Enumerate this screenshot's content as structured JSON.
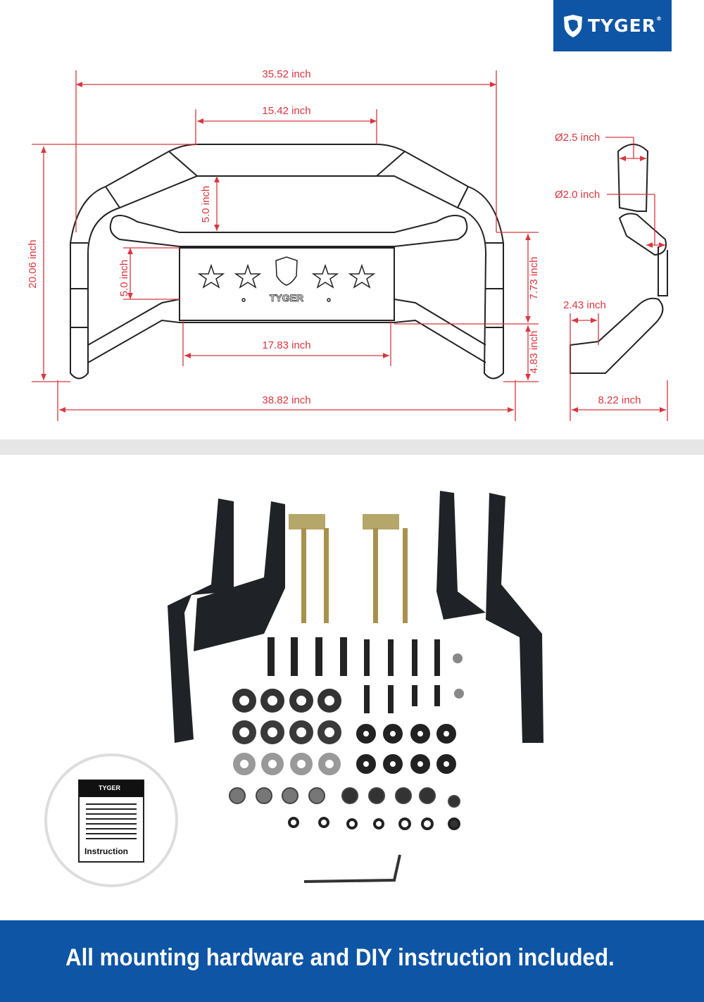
{
  "brand": {
    "name": "TYGER",
    "registered": "®"
  },
  "front_view": {
    "overall_top_width": "35.52 inch",
    "top_bar_width": "15.42 inch",
    "top_gap_height": "5.0 inch",
    "overall_height": "20.06 inch",
    "plate_side_height": "5.0 inch",
    "plate_to_bottom_height": "7.73 inch",
    "bottom_height": "4.83 inch",
    "plate_width": "17.83 inch",
    "overall_bottom_width": "38.82 inch",
    "plate_logo_text": "TYGER"
  },
  "side_view": {
    "main_tube_diameter": "Ø2.5 inch",
    "secondary_tube_diameter": "Ø2.0 inch",
    "offset": "2.43 inch",
    "depth": "8.22 inch"
  },
  "instruction_card": {
    "brand": "TYGER",
    "label": "Instruction"
  },
  "banner": {
    "text": "All mounting hardware and DIY instruction included."
  },
  "colors": {
    "brand_blue": "#0E55A5",
    "dimension_red": "#d9363e"
  }
}
